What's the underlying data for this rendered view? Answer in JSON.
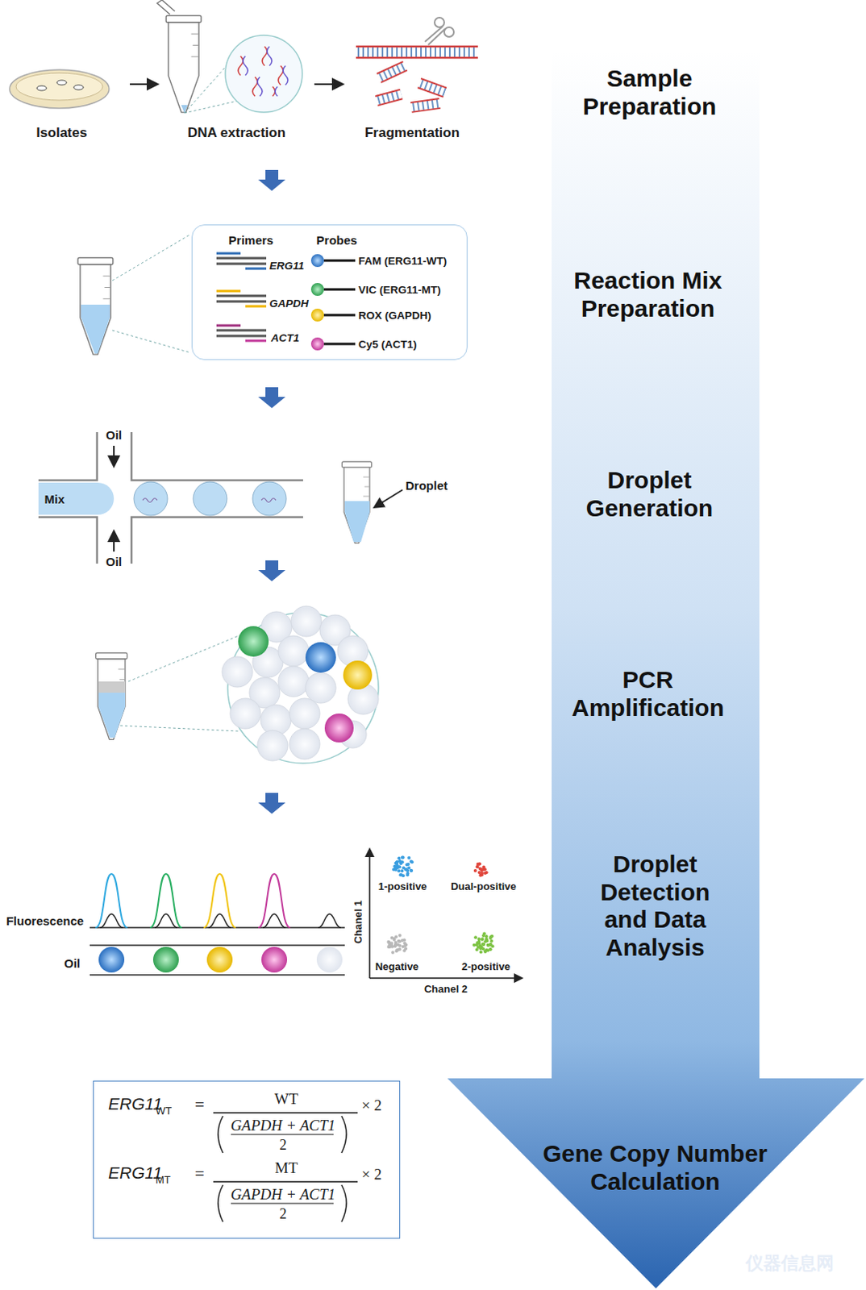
{
  "diagram": {
    "nodes": [
      {
        "text": [
          "Sample Preparation",
          "Reaction Mix Preparation",
          "Droplet Generation",
          "PCR Amplification",
          "Droplet Detection and Data Analysis",
          "Gene Copy Number Calculation"
        ]
      },
      {
        "text": [
          "Primers",
          "Probes",
          "ERG11",
          "GAPDH",
          "ACT1",
          "FAM (ERG11-WT)",
          "VIC (ERG11-MT)",
          "ROX (GAPDH)",
          "Cy5 (ACT1)"
        ]
      },
      {
        "text": [
          "ERG11",
          "WT",
          "=",
          "WT",
          "GAPDH + ACT1",
          "2",
          "× 2",
          "ERG11",
          "MT",
          "=",
          "MT",
          "GAPDH + ACT1",
          "2",
          "× 2"
        ]
      }
    ],
    "labels": [
      "Isolates",
      "DNA extraction",
      "Fragmentation",
      "Mix",
      "Oil",
      "Oil",
      "Droplet",
      "Fluorescence",
      "Oil",
      "1-positive",
      "Dual-positive",
      "Negative",
      "2-positive",
      "Chanel 1",
      "Chanel 2",
      "仪器信息网"
    ]
  }
}
